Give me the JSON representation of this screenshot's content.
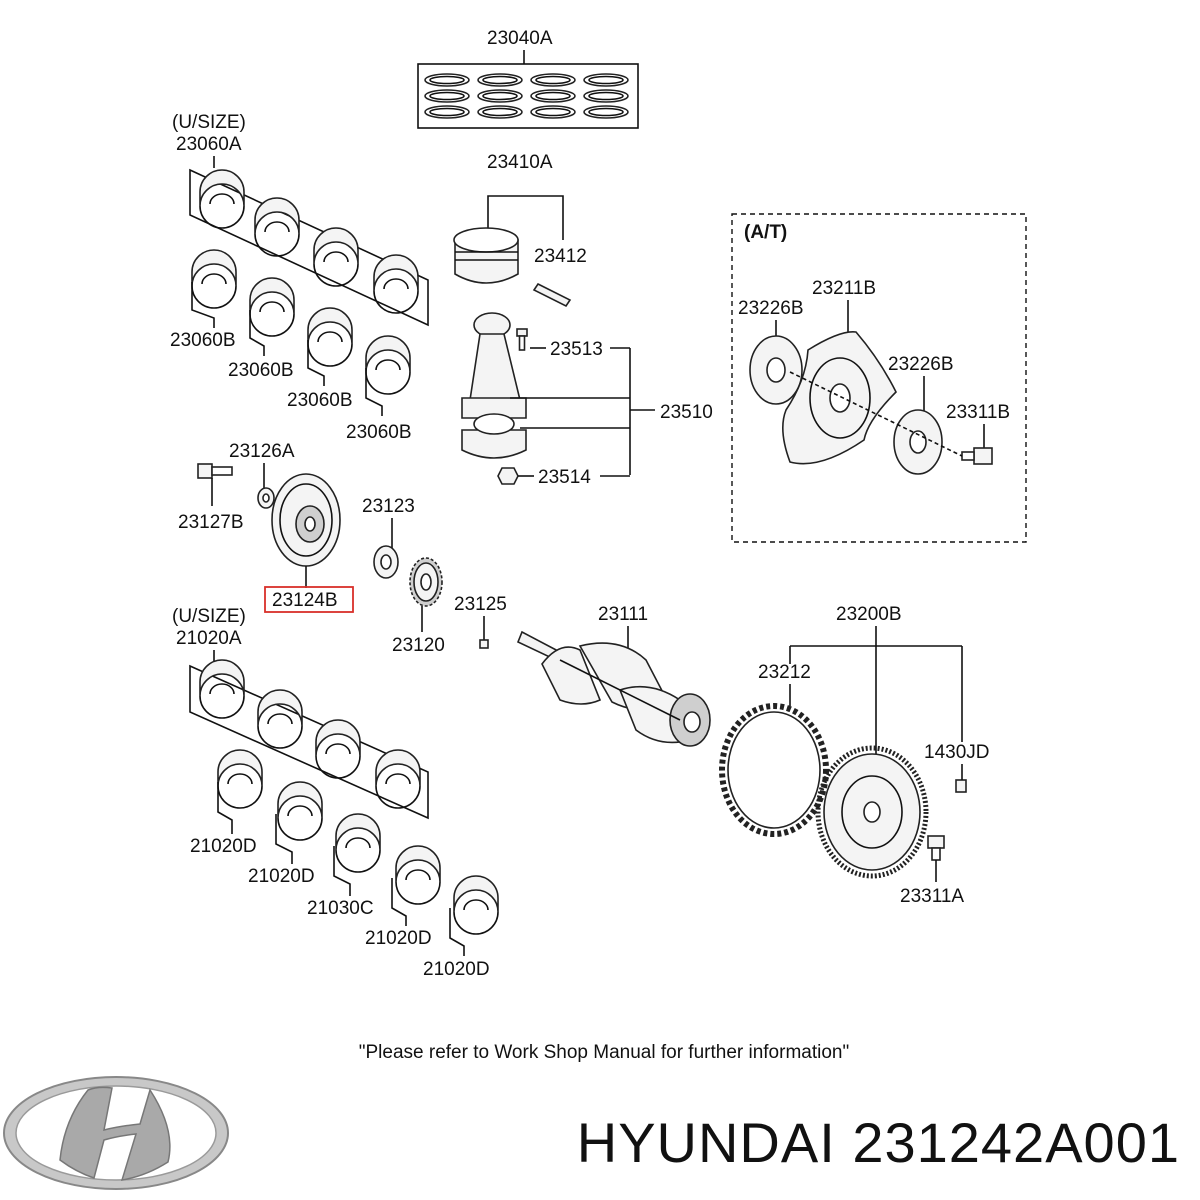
{
  "labels": {
    "rings_set": "23040A",
    "bearing_set_top_undersize": "(U/SIZE)",
    "bearing_set_top": "23060A",
    "piston": "23410A",
    "piston_pin": "23412",
    "at_box_title": "(A/T)",
    "drive_plate": "23211B",
    "adapter_plate_left": "23226B",
    "adapter_plate_right": "23226B",
    "drive_plate_bolt": "23311B",
    "bearing_top_1": "23060B",
    "bearing_top_2": "23060B",
    "bearing_top_3": "23060B",
    "bearing_top_4": "23060B",
    "conrod_bolt": "23513",
    "conrod_assy": "23510",
    "conrod_nut": "23514",
    "washer": "23126A",
    "pulley_bolt": "23127B",
    "key_washer": "23123",
    "pulley": "23124B",
    "sprocket": "23120",
    "woodruff_key": "23125",
    "crankshaft": "23111",
    "flywheel_assy": "23200B",
    "ring_gear": "23212",
    "dowel_pin": "1430JD",
    "flywheel_bolt": "23311A",
    "bearing_set_bottom_undersize": "(U/SIZE)",
    "bearing_set_bottom": "21020A",
    "bearing_bottom_1": "21020D",
    "bearing_bottom_2": "21020D",
    "bearing_bottom_3": "21030C",
    "bearing_bottom_4": "21020D",
    "bearing_bottom_5": "21020D"
  },
  "footer_note": "\"Please refer to Work Shop Manual for further information\"",
  "brand_text": "HYUNDAI 231242A001",
  "highlight_color": "#d9302a",
  "logo_icon": "hyundai-logo-icon"
}
